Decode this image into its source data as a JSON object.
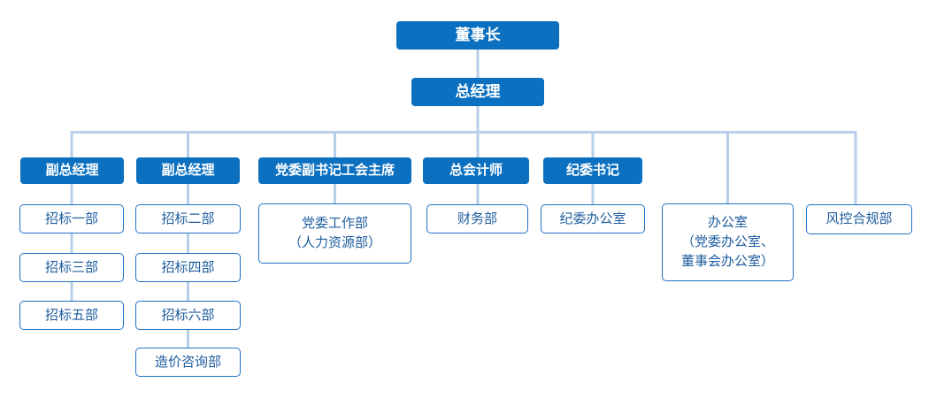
{
  "palette": {
    "node_fill": "#0b70c0",
    "node_text": "#ffffff",
    "dept_border": "#2071c6",
    "dept_text": "#1d5c9e",
    "connector": "#b7cfe8",
    "bg": "#ffffff"
  },
  "org_chart": {
    "chairman": "董事长",
    "general_manager": "总经理",
    "branches": [
      {
        "head": "副总经理",
        "departments": [
          "招标一部",
          "招标三部",
          "招标五部"
        ]
      },
      {
        "head": "副总经理",
        "departments": [
          "招标二部",
          "招标四部",
          "招标六部",
          "造价咨询部"
        ]
      },
      {
        "head": "党委副书记工会主席",
        "departments": [
          "党委工作部\n（人力资源部）"
        ]
      },
      {
        "head": "总会计师",
        "departments": [
          "财务部"
        ]
      },
      {
        "head": "纪委书记",
        "departments": [
          "纪委办公室"
        ]
      }
    ],
    "direct_departments": [
      "办公室\n（党委办公室、\n董事会办公室）",
      "风控合规部"
    ]
  }
}
